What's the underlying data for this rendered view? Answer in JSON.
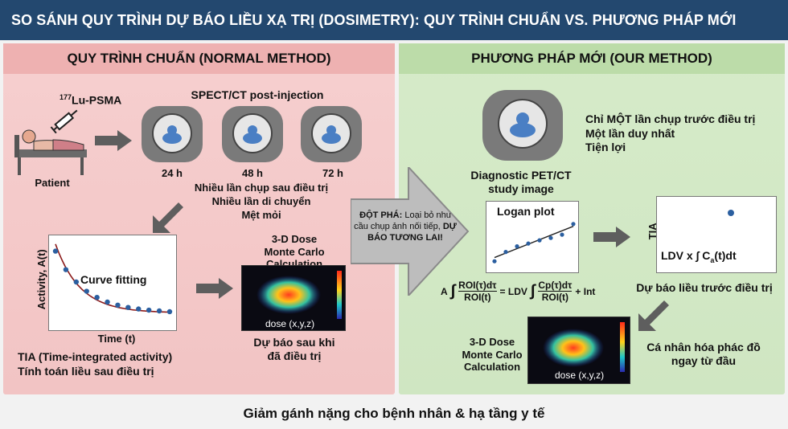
{
  "title": "SO SÁNH QUY TRÌNH DỰ BÁO LIỀU XẠ TRỊ (DOSIMETRY): QUY TRÌNH CHUẨN VS. PHƯƠNG PHÁP MỚI",
  "left": {
    "header": "QUY TRÌNH CHUẨN (NORMAL METHOD)",
    "drug_sup": "177",
    "drug": "Lu-PSMA",
    "patient": "Patient",
    "spect_title": "SPECT/CT post-injection",
    "times": [
      "24 h",
      "48 h",
      "72 h"
    ],
    "scan_notes": [
      "Nhiều lần chụp sau điều trị",
      "Nhiều lần di chuyển",
      "Mệt mỏi"
    ],
    "curve_title": "Curve fitting",
    "y_axis": "Activity, A(t)",
    "x_axis": "Time (t)",
    "tia_lines": [
      "TIA (Time-integrated activity)",
      "Tính toán liều sau điều trị"
    ],
    "mc_title": [
      "3-D Dose",
      "Monte Carlo",
      "Calculation"
    ],
    "dose_label": "dose (x,y,z)",
    "mc_notes": [
      "Dự báo sau khi",
      "đã điều trị"
    ]
  },
  "middle": {
    "lead": "ĐỘT PHÁ:",
    "plain": "Loại bỏ nhu cầu chụp ảnh nối tiếp,",
    "bold": "DỰ BÁO TƯƠNG LAI!"
  },
  "right": {
    "header": "PHƯƠNG PHÁP MỚI (OUR METHOD)",
    "benefits": [
      "Chỉ MỘT lần chụp trước điều trị",
      "Một lần duy nhất",
      "Tiện lợi"
    ],
    "pet_label": [
      "Diagnostic PET/CT",
      "study image"
    ],
    "logan_title": "Logan plot",
    "equation": "A ∫ROI(τ)dτ / ROI(t) = LDV ∫Cp(τ)dτ / ROI(t) + Int",
    "tia_axis": "TIA",
    "tia_formula": "LDV x ∫ Ca(t)dt",
    "predict_note": "Dự báo liều trước điều trị",
    "mc_title": [
      "3-D Dose",
      "Monte Carlo",
      "Calculation"
    ],
    "dose_label": "dose (x,y,z)",
    "personal_note": [
      "Cá nhân hóa phác đồ",
      "ngay từ đầu"
    ]
  },
  "footer": "Giảm gánh nặng cho bệnh nhân & hạ tầng y tế",
  "chart_data": [
    {
      "type": "line",
      "title": "Curve fitting",
      "xlabel": "Time (t)",
      "ylabel": "Activity, A(t)",
      "x": [
        1,
        2,
        3,
        4,
        5,
        6,
        7,
        8,
        9,
        10,
        11,
        12
      ],
      "y": [
        0.9,
        0.66,
        0.5,
        0.38,
        0.3,
        0.24,
        0.2,
        0.17,
        0.15,
        0.135,
        0.125,
        0.115
      ]
    },
    {
      "type": "scatter",
      "title": "Logan plot",
      "x": [
        1,
        2,
        3,
        4,
        5,
        6,
        7,
        8
      ],
      "y": [
        0.1,
        0.3,
        0.42,
        0.48,
        0.55,
        0.6,
        0.67,
        0.9
      ]
    }
  ],
  "colors": {
    "title_bg": "#23486f",
    "left_bg": "#f2c4c4",
    "right_bg": "#cfe6c2",
    "curve_line": "#8b1a1a",
    "points": "#2b5fa0",
    "arrow": "#5e5e5e"
  }
}
